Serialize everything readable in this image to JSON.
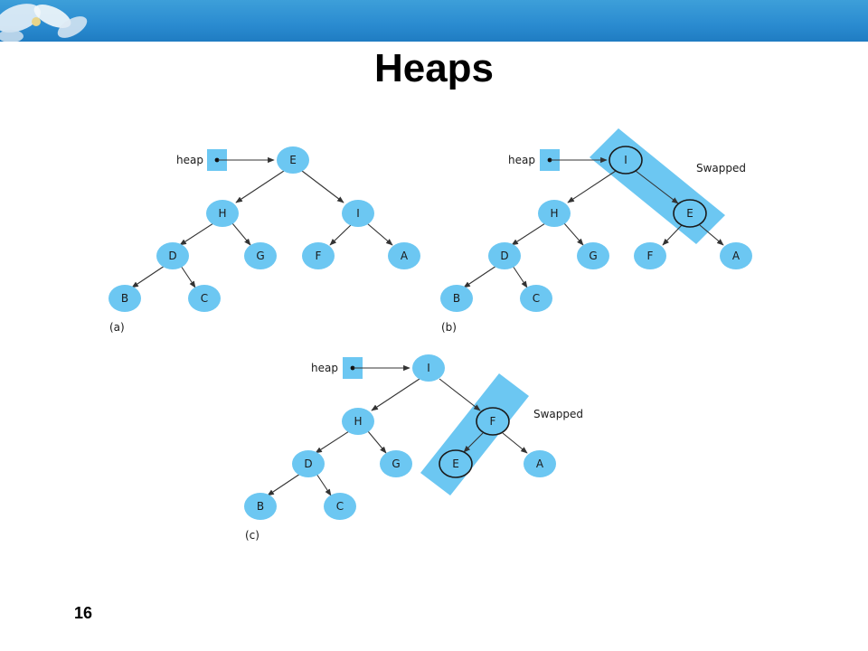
{
  "slide": {
    "title": "Heaps",
    "page_number": "16"
  },
  "colors": {
    "node": "#6cc7f2",
    "band": "#2a8bd0"
  },
  "diagram": {
    "a": {
      "caption": "(a)",
      "heap_label": "heap",
      "nodes": [
        "E",
        "H",
        "I",
        "D",
        "G",
        "F",
        "A",
        "B",
        "C"
      ]
    },
    "b": {
      "caption": "(b)",
      "heap_label": "heap",
      "swapped_label": "Swapped",
      "nodes": [
        "I",
        "H",
        "E",
        "D",
        "G",
        "F",
        "A",
        "B",
        "C"
      ]
    },
    "c": {
      "caption": "(c)",
      "heap_label": "heap",
      "swapped_label": "Swapped",
      "nodes": [
        "I",
        "H",
        "F",
        "D",
        "G",
        "E",
        "A",
        "B",
        "C"
      ]
    }
  }
}
